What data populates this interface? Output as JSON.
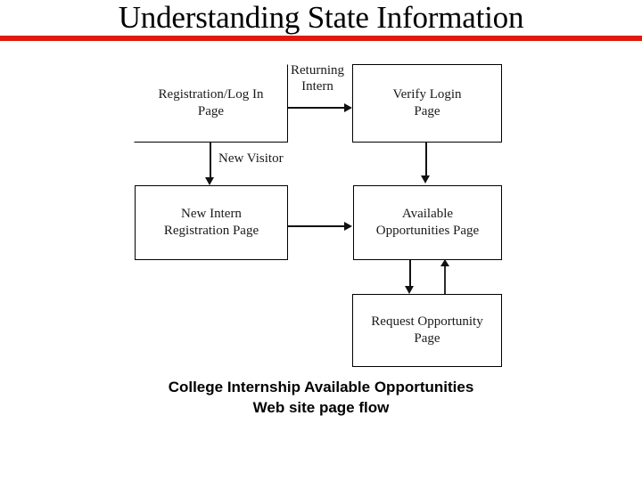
{
  "slide": {
    "title": "Understanding State Information",
    "rule_color": "#e01b0c",
    "background_color": "#ffffff"
  },
  "diagram": {
    "type": "flowchart",
    "nodes": [
      {
        "id": "registration",
        "label": "Registration/Log In\nPage"
      },
      {
        "id": "verify-login",
        "label": "Verify Login\nPage"
      },
      {
        "id": "new-intern-registration",
        "label": "New Intern\nRegistration Page"
      },
      {
        "id": "available-opportunities",
        "label": "Available\nOpportunities Page"
      },
      {
        "id": "request-opportunity",
        "label": "Request Opportunity\nPage"
      }
    ],
    "edges": [
      {
        "from": "registration",
        "to": "verify-login",
        "label": "Returning\nIntern",
        "direction": "right"
      },
      {
        "from": "registration",
        "to": "new-intern-registration",
        "label": "New Visitor",
        "direction": "down"
      },
      {
        "from": "verify-login",
        "to": "available-opportunities",
        "label": "",
        "direction": "down"
      },
      {
        "from": "new-intern-registration",
        "to": "available-opportunities",
        "label": "",
        "direction": "right"
      },
      {
        "from": "available-opportunities",
        "to": "request-opportunity",
        "label": "",
        "direction": "down"
      },
      {
        "from": "request-opportunity",
        "to": "available-opportunities",
        "label": "",
        "direction": "up"
      }
    ],
    "edge_labels": {
      "returning_intern": "Returning\nIntern",
      "new_visitor": "New Visitor"
    }
  },
  "caption": {
    "line1": "College Internship Available Opportunities",
    "line2": "Web site page flow"
  }
}
